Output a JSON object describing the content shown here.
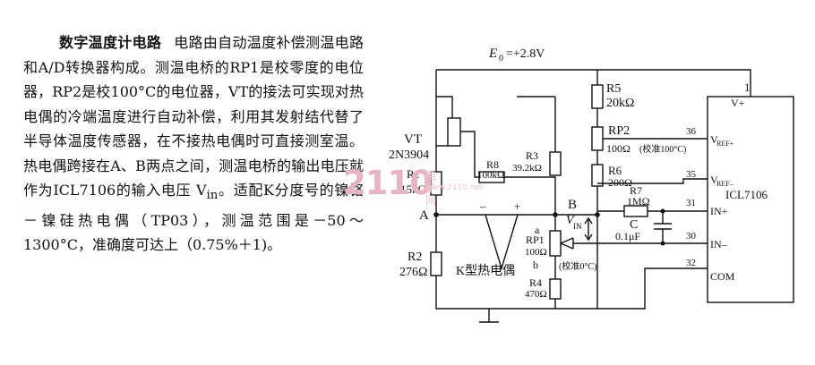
{
  "article": {
    "title": "数字温度计电路",
    "body": "电路由自动温度补偿测温电路和A/D转换器构成。测温电桥的RP1是校零度的电位器，RP2是校100°C的电位器，VT的接法可实现对热电偶的冷端温度进行自动补偿，利用其发射结代替了半导体温度传感器，在不接热电偶时可直接测室温。热电偶跨接在A、B两点之间，测温电桥的输出电压就作为ICL7106的输入电压 V",
    "vin_sub": "in",
    "body_tail": "。适配K分度号的镍铬－镍硅热电偶（TP03），测温范围是－50～1300°C，准确度可达上（0.75%＋1)。"
  },
  "watermark": {
    "number": "2110",
    "chinese": "电子网",
    "url": "www.2110.net"
  },
  "circuit": {
    "supply_label": "E",
    "supply_sub": "0",
    "supply_value": "=+2.8V",
    "vt_name": "VT",
    "vt_part": "2N3904",
    "r1_name": "R1",
    "r1_value": "15kΩ",
    "r2_name": "R2",
    "r2_value": "276Ω",
    "r3_name": "R3",
    "r3_value": "39.2kΩ",
    "r4_name": "R4",
    "r4_value": "470Ω",
    "r5_name": "R5",
    "r5_value": "20kΩ",
    "r6_name": "R6",
    "r6_value": "200Ω",
    "r7_name": "R7",
    "r7_value": "1MΩ",
    "r8_name": "R8",
    "r8_value": "100kΩ",
    "rp1_name": "RP1",
    "rp1_value": "100Ω",
    "rp1_note": "(校准0°C)",
    "rp2_name": "RP2",
    "rp2_value": "100Ω",
    "rp2_note": "(校准100°C)",
    "c_name": "C",
    "c_value": "0.1μF",
    "node_a": "A",
    "node_b": "B",
    "node_a_small": "a",
    "node_b_small": "b",
    "plus": "+",
    "minus": "–",
    "vin_label": "V",
    "vin_sub": "IN",
    "thermocouple": "K型热电偶",
    "ic_name": "ICL7106",
    "pin1": "1",
    "pin36": "36",
    "pin35": "35",
    "pin31": "31",
    "pin30": "30",
    "pin32": "32",
    "vplus": "V+",
    "vref_plus_main": "V",
    "vref_plus_sub": "REF+",
    "vref_minus_main": "V",
    "vref_minus_sub": "REF–",
    "in_plus": "IN+",
    "in_minus": "IN–",
    "com": "COM"
  }
}
